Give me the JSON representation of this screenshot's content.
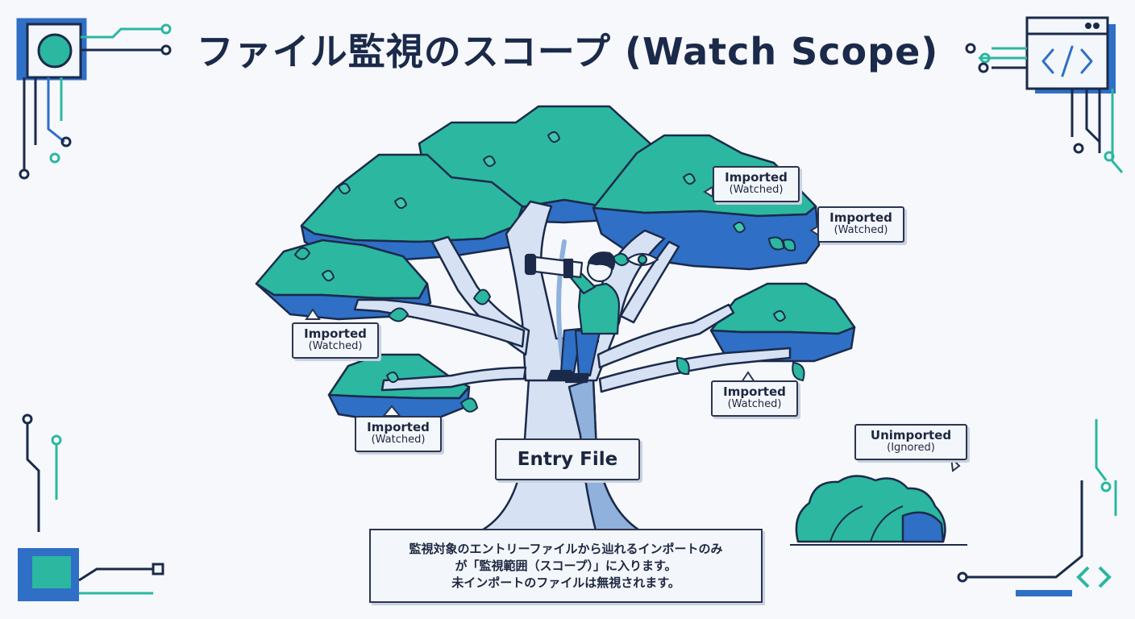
{
  "title": "ファイル監視のスコープ (Watch Scope)",
  "entry_label": "Entry File",
  "imported_labels": [
    {
      "line1": "Imported",
      "line2": "(Watched)"
    },
    {
      "line1": "Imported",
      "line2": "(Watched)"
    },
    {
      "line1": "Imported",
      "line2": "(Watched)"
    },
    {
      "line1": "Imported",
      "line2": "(Watched)"
    },
    {
      "line1": "Imported",
      "line2": "(Watched)"
    }
  ],
  "unimported_label": {
    "line1": "Unimported",
    "line2": "(Ignored)"
  },
  "note_lines": [
    "監視対象のエントリーファイルから辿れるインポートのみ",
    "が「監視範囲（スコープ）」に入ります。",
    "未インポートのファイルは無視されます。"
  ],
  "corner_icon": "code-brackets-icon",
  "colors": {
    "teal": "#2bb7a0",
    "blue": "#2f6fc6",
    "navy": "#1b2a4a",
    "branch": "#d6e2f3",
    "branch_shade": "#8fb1dc"
  }
}
